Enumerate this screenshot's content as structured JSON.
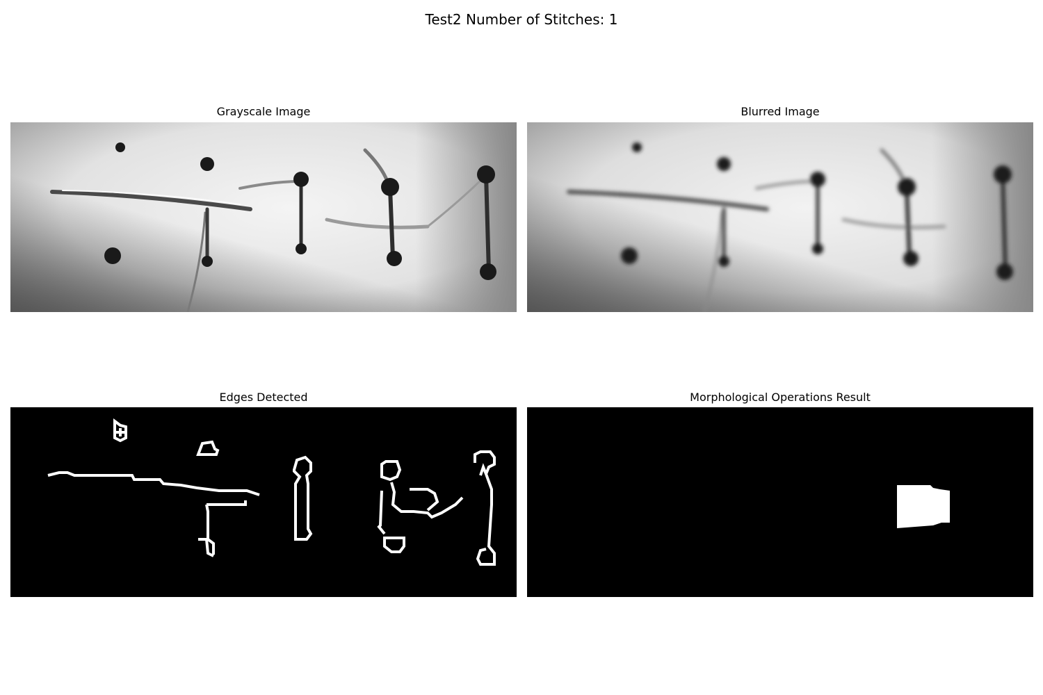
{
  "figure": {
    "title": "Test2 Number of Stitches: 1"
  },
  "panels": [
    {
      "title": "Grayscale Image"
    },
    {
      "title": "Blurred Image"
    },
    {
      "title": "Edges Detected"
    },
    {
      "title": "Morphological Operations Result"
    }
  ],
  "colors": {
    "background": "#ffffff",
    "black": "#000000",
    "white": "#ffffff",
    "skin_light": "#f2f2f2",
    "skin_mid": "#c8c8c8",
    "skin_dark": "#5a5a5a",
    "mark_dark": "#1a1a1a"
  }
}
